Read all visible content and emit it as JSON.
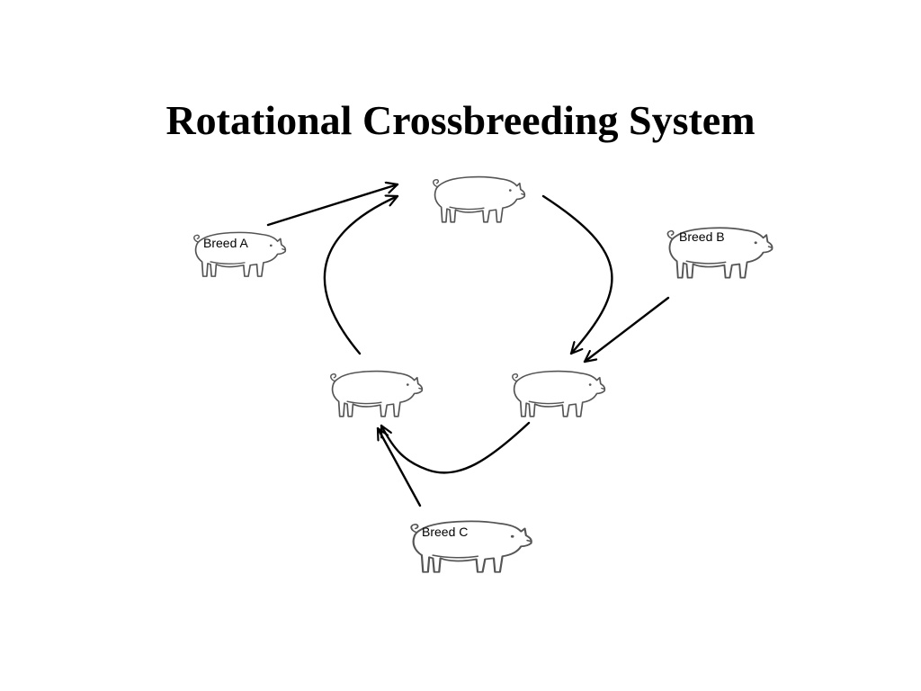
{
  "title": "Rotational Crossbreeding System",
  "colors": {
    "background": "#ffffff",
    "text": "#000000",
    "arrow": "#000000",
    "pig_outline": "#555555"
  },
  "icons": {
    "pig": "pig-icon",
    "arrow": "arrow-icon"
  },
  "breeds": [
    {
      "id": "breed-a",
      "label": "Breed A"
    },
    {
      "id": "breed-b",
      "label": "Breed B"
    },
    {
      "id": "breed-c",
      "label": "Breed C"
    }
  ],
  "crossbred_pigs": [
    "crossbred-top",
    "crossbred-left",
    "crossbred-right"
  ],
  "flows": [
    {
      "from": "breed-a",
      "to": "crossbred-top"
    },
    {
      "from": "crossbred-left",
      "to": "crossbred-top"
    },
    {
      "from": "crossbred-top",
      "to": "crossbred-right"
    },
    {
      "from": "breed-b",
      "to": "crossbred-right"
    },
    {
      "from": "crossbred-right",
      "to": "crossbred-left"
    },
    {
      "from": "breed-c",
      "to": "crossbred-left"
    }
  ]
}
